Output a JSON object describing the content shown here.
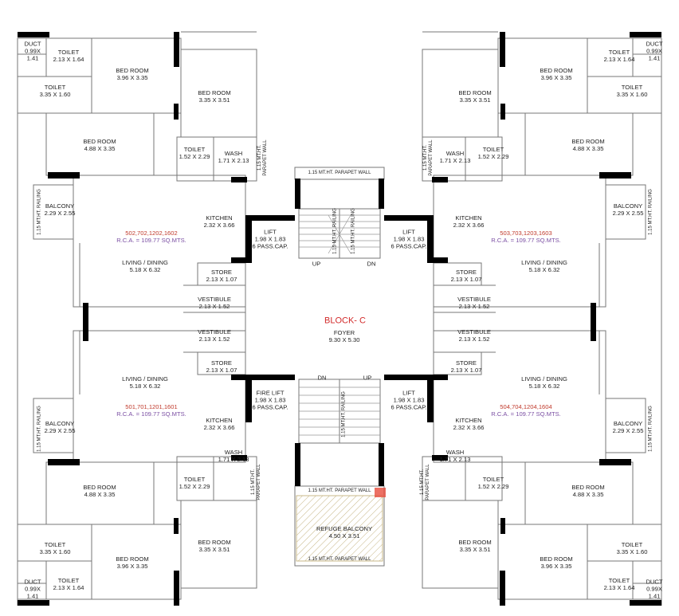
{
  "colors": {
    "wall": "#000000",
    "line": "#777777",
    "unit_label": "#c0392b",
    "rca": "#7b4fa3",
    "refuge_hatch": "#c8b889",
    "block_title": "#d22b2b"
  },
  "block": {
    "name": "BLOCK- C",
    "foyer_name": "FOYER",
    "foyer_dim": "9.30 X 5.30"
  },
  "units": [
    {
      "flats": "502,702,1202,1602",
      "rca": "R.C.A. = 109.77  SQ.MTS."
    },
    {
      "flats": "503,703,1203,1603",
      "rca": "R.C.A. = 109.77  SQ.MTS."
    },
    {
      "flats": "501,701,1201,1601",
      "rca": "R.C.A. = 109.77  SQ.MTS."
    },
    {
      "flats": "504,704,1204,1604",
      "rca": "R.C.A. = 109.77  SQ.MTS."
    }
  ],
  "rooms": {
    "duct": {
      "name": "DUCT",
      "dim_a": "0.99X",
      "dim_b": "1.41"
    },
    "toilet_small": {
      "name": "TOILET",
      "dim": "2.13 X 1.64"
    },
    "toilet_large": {
      "name": "TOILET",
      "dim": "3.35 X 1.60"
    },
    "bed_master": {
      "name": "BED ROOM",
      "dim": "3.96 X 3.35"
    },
    "bed_two": {
      "name": "BED ROOM",
      "dim": "3.35 X 3.51"
    },
    "bed_three": {
      "name": "BED ROOM",
      "dim": "4.88 X 3.35"
    },
    "toilet_mid": {
      "name": "TOILET",
      "dim": "1.52 X 2.29"
    },
    "wash": {
      "name": "WASH",
      "dim": "1.71 X 2.13"
    },
    "balcony": {
      "name": "BALCONY",
      "dim": "2.29 X 2.55"
    },
    "kitchen": {
      "name": "KITCHEN",
      "dim": "2.32 X 3.66"
    },
    "living": {
      "name": "LIVING / DINING",
      "dim": "5.18 X 6.32"
    },
    "store": {
      "name": "STORE",
      "dim": "2.13 X 1.07"
    },
    "vestibule": {
      "name": "VESTIBULE",
      "dim": "2.13 X 1.52"
    },
    "lift": {
      "name": "LIFT",
      "dim": "1.98 X 1.83",
      "cap": "6 PASS.CAP."
    },
    "fire_lift": {
      "name": "FIRE LIFT",
      "dim": "1.98 X 1.83",
      "cap": "6 PASS.CAP."
    },
    "refuge": {
      "name": "REFUGE  BALCONY",
      "dim": "4.50 X 3.51"
    }
  },
  "notes": {
    "parapet_wall": "1.15 MT.HT. PARAPET WALL",
    "parapet_a": "1.15 MT.HT.",
    "parapet_b": "PARAPET WALL",
    "railing": "1.15 MT.HT. RAILING",
    "up": "UP",
    "dn": "DN"
  }
}
